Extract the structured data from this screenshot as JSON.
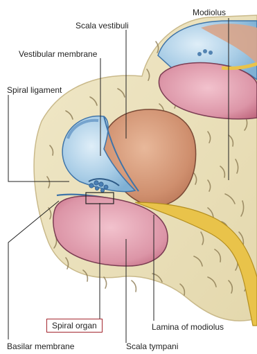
{
  "labels": {
    "modiolus": "Modiolus",
    "scala_vestibuli": "Scala vestibuli",
    "vestibular_membrane": "Vestibular membrane",
    "spiral_ligament": "Spiral ligament",
    "basilar_membrane": "Basilar membrane",
    "spiral_organ": "Spiral organ",
    "lamina_of_modiolus": "Lamina of modiolus",
    "scala_tympani": "Scala tympani"
  },
  "colors": {
    "bone": "#ece3c0",
    "bone_edge": "#c9b98a",
    "scala_vestibuli": "#d49a7c",
    "scala_tympani": "#d98da0",
    "cochlear_duct": "#b8d4ea",
    "nerve": "#e9c34a",
    "leader_lines": "#222222",
    "highlight_box": "#a3262e"
  }
}
